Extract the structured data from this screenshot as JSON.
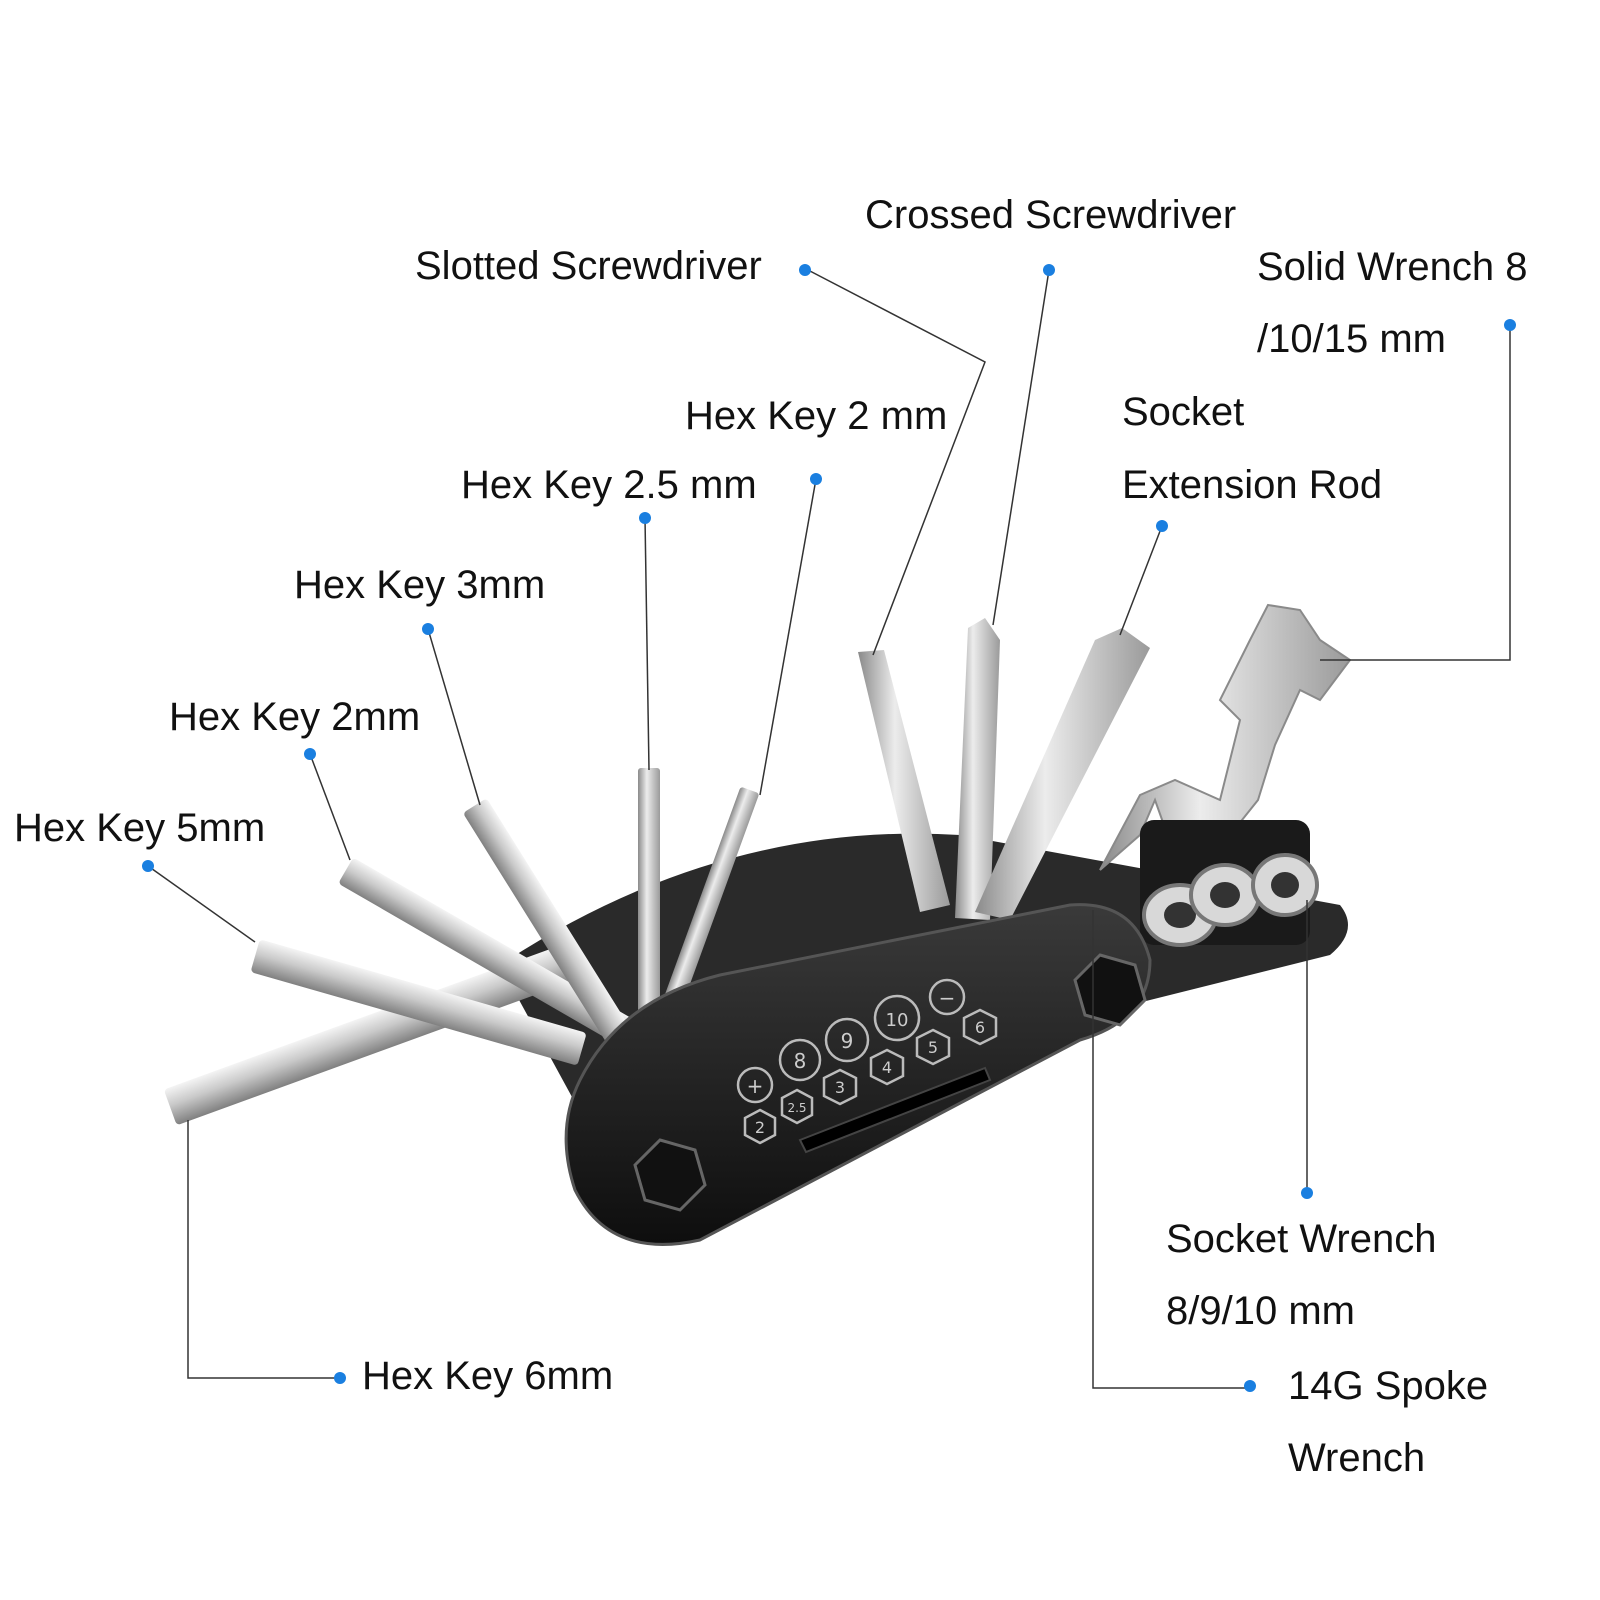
{
  "colors": {
    "dot": "#1a7fe0",
    "leader": "#333333",
    "body": "#1c1c1c",
    "steel_light": "#e6e6e6",
    "steel_mid": "#b5b5b5",
    "steel_dark": "#7a7a7a"
  },
  "callouts": {
    "slotted_screwdriver": "Slotted Screwdriver",
    "crossed_screwdriver": "Crossed Screwdriver",
    "solid_wrench_line1": "Solid Wrench 8",
    "solid_wrench_line2": "/10/15 mm",
    "hex_key_2mm_top": "Hex Key 2 mm",
    "socket_ext_line1": "Socket",
    "socket_ext_line2": "Extension Rod",
    "hex_key_2_5": "Hex Key 2.5 mm",
    "hex_key_3": "Hex Key 3mm",
    "hex_key_2": "Hex Key 2mm",
    "hex_key_5": "Hex Key 5mm",
    "hex_key_6": "Hex Key 6mm",
    "socket_wrench_line1": "Socket Wrench",
    "socket_wrench_line2": "8/9/10 mm",
    "spoke_wrench_line1": "14G Spoke",
    "spoke_wrench_line2": "Wrench"
  },
  "tool_markings": {
    "plus": "+",
    "minus": "−",
    "m8": "8",
    "m9": "9",
    "m10": "10",
    "m2": "2",
    "m25": "2.5",
    "m3": "3",
    "m4": "4",
    "m5": "5",
    "m6": "6"
  }
}
